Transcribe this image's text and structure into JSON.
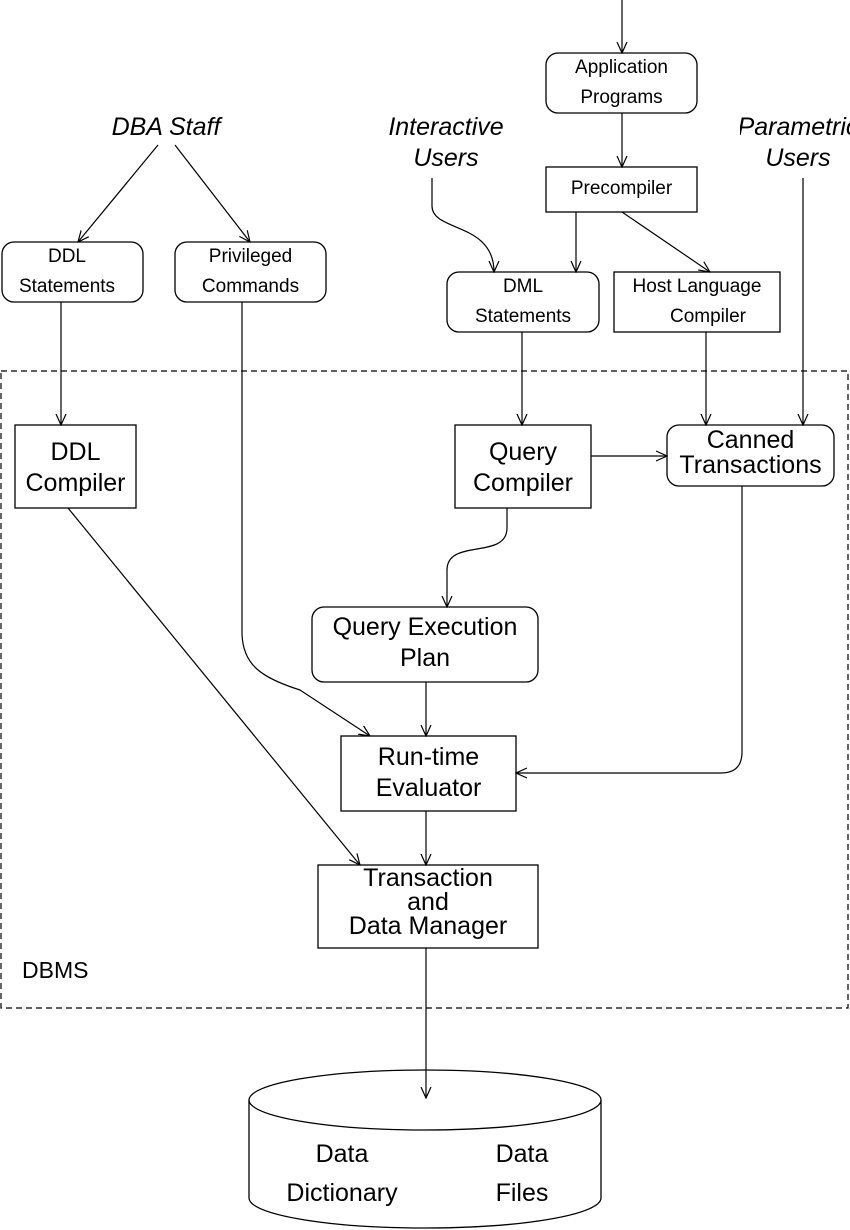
{
  "diagram": {
    "actors": {
      "dba_staff": "DBA Staff",
      "interactive_users": [
        "Interactive",
        "Users"
      ],
      "parametric_users": [
        "Parametric",
        "Users"
      ]
    },
    "boxes": {
      "application_programs": [
        "Application",
        "Programs"
      ],
      "precompiler": "Precompiler",
      "ddl_statements": [
        "DDL",
        "Statements"
      ],
      "privileged_commands": [
        "Privileged",
        "Commands"
      ],
      "dml_statements": [
        "DML",
        "Statements"
      ],
      "host_language_compiler": [
        "Host Language",
        "Compiler"
      ],
      "ddl_compiler": [
        "DDL",
        "Compiler"
      ],
      "query_compiler": [
        "Query",
        "Compiler"
      ],
      "canned_transactions": [
        "Canned",
        "Transactions"
      ],
      "query_execution_plan": [
        "Query Execution",
        "Plan"
      ],
      "runtime_evaluator": [
        "Run-time",
        "Evaluator"
      ],
      "transaction_data_manager": [
        "Transaction",
        "and",
        "Data Manager"
      ]
    },
    "region_label": "DBMS",
    "storage": {
      "data_dictionary": [
        "Data",
        "Dictionary"
      ],
      "data_files": [
        "Data",
        "Files"
      ]
    }
  }
}
